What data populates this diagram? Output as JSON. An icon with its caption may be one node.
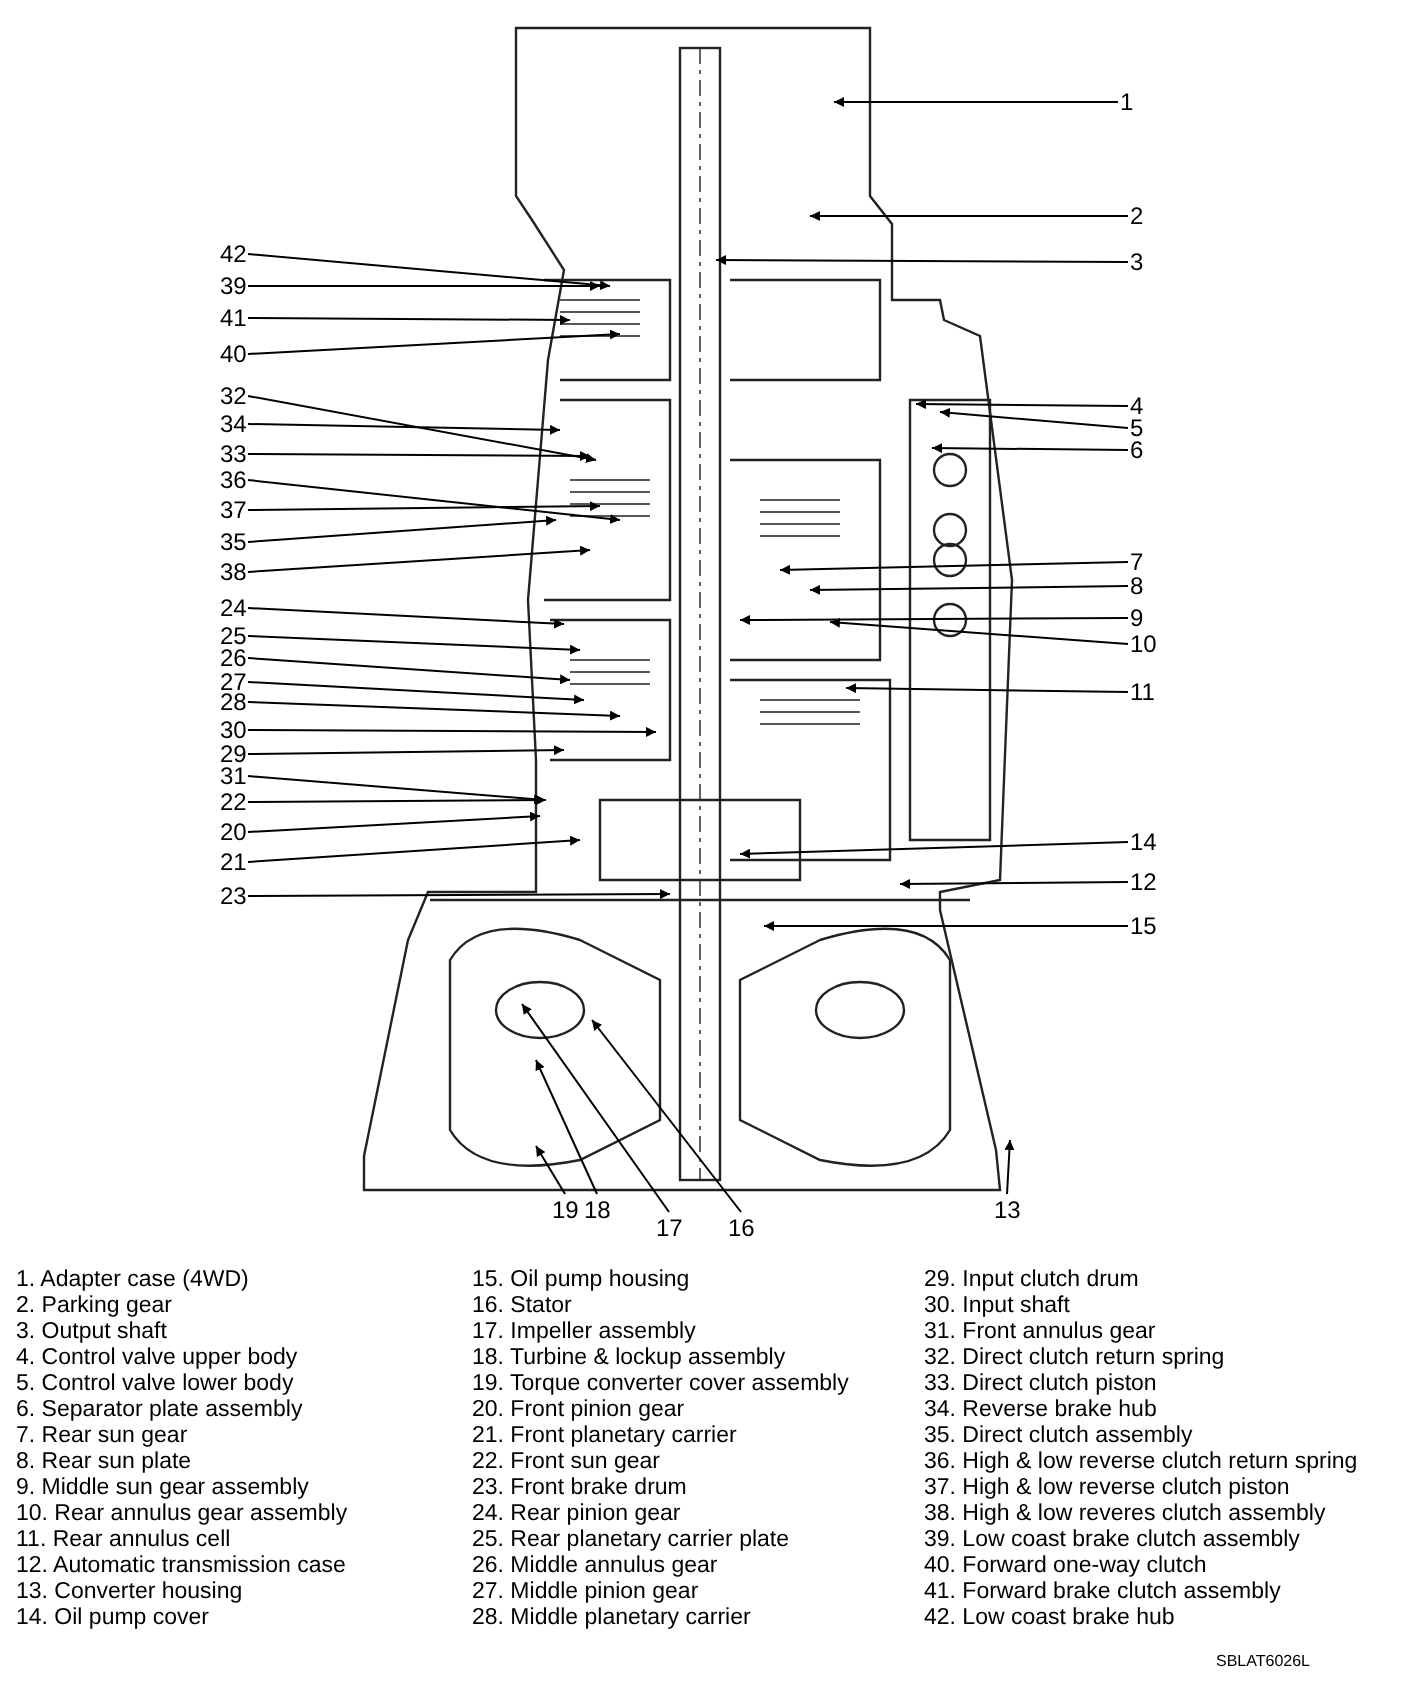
{
  "diagram": {
    "nodes": [
      {
        "text": [
          "1"
        ]
      },
      {
        "text": [
          "2"
        ]
      },
      {
        "text": [
          "3"
        ]
      },
      {
        "text": [
          "4"
        ]
      },
      {
        "text": [
          "5"
        ]
      },
      {
        "text": [
          "6"
        ]
      },
      {
        "text": [
          "7"
        ]
      },
      {
        "text": [
          "8"
        ]
      },
      {
        "text": [
          "9"
        ]
      },
      {
        "text": [
          "10"
        ]
      },
      {
        "text": [
          "11"
        ]
      },
      {
        "text": [
          "12"
        ]
      },
      {
        "text": [
          "13"
        ]
      },
      {
        "text": [
          "14"
        ]
      },
      {
        "text": [
          "15"
        ]
      },
      {
        "text": [
          "16"
        ]
      },
      {
        "text": [
          "17"
        ]
      },
      {
        "text": [
          "18"
        ]
      },
      {
        "text": [
          "19"
        ]
      },
      {
        "text": [
          "20"
        ]
      },
      {
        "text": [
          "21"
        ]
      },
      {
        "text": [
          "22"
        ]
      },
      {
        "text": [
          "23"
        ]
      },
      {
        "text": [
          "24"
        ]
      },
      {
        "text": [
          "25"
        ]
      },
      {
        "text": [
          "26"
        ]
      },
      {
        "text": [
          "27"
        ]
      },
      {
        "text": [
          "28"
        ]
      },
      {
        "text": [
          "29"
        ]
      },
      {
        "text": [
          "30"
        ]
      },
      {
        "text": [
          "31"
        ]
      },
      {
        "text": [
          "32"
        ]
      },
      {
        "text": [
          "33"
        ]
      },
      {
        "text": [
          "34"
        ]
      },
      {
        "text": [
          "35"
        ]
      },
      {
        "text": [
          "36"
        ]
      },
      {
        "text": [
          "37"
        ]
      },
      {
        "text": [
          "38"
        ]
      },
      {
        "text": [
          "39"
        ]
      },
      {
        "text": [
          "40"
        ]
      },
      {
        "text": [
          "41"
        ]
      },
      {
        "text": [
          "42"
        ]
      }
    ],
    "edges": [
      {
        "from": 0,
        "to": null,
        "arrow": "to"
      },
      {
        "from": 1,
        "to": null,
        "arrow": "to"
      },
      {
        "from": 2,
        "to": null,
        "arrow": "to"
      },
      {
        "from": 3,
        "to": null,
        "arrow": "to"
      },
      {
        "from": 4,
        "to": null,
        "arrow": "to"
      },
      {
        "from": 5,
        "to": null,
        "arrow": "to"
      },
      {
        "from": 6,
        "to": null,
        "arrow": "to"
      },
      {
        "from": 7,
        "to": null,
        "arrow": "to"
      },
      {
        "from": 8,
        "to": null,
        "arrow": "to"
      },
      {
        "from": 9,
        "to": null,
        "arrow": "to"
      },
      {
        "from": 10,
        "to": null,
        "arrow": "to"
      },
      {
        "from": 11,
        "to": null,
        "arrow": "to"
      },
      {
        "from": 12,
        "to": null,
        "arrow": "to"
      },
      {
        "from": 13,
        "to": null,
        "arrow": "to"
      },
      {
        "from": 14,
        "to": null,
        "arrow": "to"
      },
      {
        "from": 15,
        "to": null,
        "arrow": "to"
      },
      {
        "from": 16,
        "to": null,
        "arrow": "to"
      },
      {
        "from": 17,
        "to": null,
        "arrow": "to"
      },
      {
        "from": 18,
        "to": null,
        "arrow": "to"
      },
      {
        "from": 19,
        "to": null,
        "arrow": "to"
      },
      {
        "from": 20,
        "to": null,
        "arrow": "to"
      },
      {
        "from": 21,
        "to": null,
        "arrow": "to"
      },
      {
        "from": 22,
        "to": null,
        "arrow": "to"
      },
      {
        "from": 23,
        "to": null,
        "arrow": "to"
      },
      {
        "from": 24,
        "to": null,
        "arrow": "to"
      },
      {
        "from": 25,
        "to": null,
        "arrow": "to"
      },
      {
        "from": 26,
        "to": null,
        "arrow": "to"
      },
      {
        "from": 27,
        "to": null,
        "arrow": "to"
      },
      {
        "from": 28,
        "to": null,
        "arrow": "to"
      },
      {
        "from": 29,
        "to": null,
        "arrow": "to"
      },
      {
        "from": 30,
        "to": null,
        "arrow": "to"
      },
      {
        "from": 31,
        "to": null,
        "arrow": "to"
      },
      {
        "from": 32,
        "to": null,
        "arrow": "to"
      },
      {
        "from": 33,
        "to": null,
        "arrow": "to"
      },
      {
        "from": 34,
        "to": null,
        "arrow": "to"
      },
      {
        "from": 35,
        "to": null,
        "arrow": "to"
      },
      {
        "from": 36,
        "to": null,
        "arrow": "to"
      },
      {
        "from": 37,
        "to": null,
        "arrow": "to"
      },
      {
        "from": 38,
        "to": null,
        "arrow": "to"
      },
      {
        "from": 39,
        "to": null,
        "arrow": "to"
      },
      {
        "from": 40,
        "to": null,
        "arrow": "to"
      },
      {
        "from": 41,
        "to": null,
        "arrow": "to"
      }
    ],
    "labels": [
      "1. Adapter case (4WD)",
      "2. Parking gear",
      "3. Output shaft",
      "4. Control valve upper body",
      "5. Control valve lower body",
      "6. Separator plate assembly",
      "7. Rear sun gear",
      "8. Rear sun plate",
      "9. Middle sun gear assembly",
      "10. Rear annulus gear assembly",
      "11. Rear annulus cell",
      "12. Automatic transmission case",
      "13. Converter housing",
      "14. Oil pump cover",
      "15. Oil pump housing",
      "16. Stator",
      "17. Impeller assembly",
      "18. Turbine & lockup assembly",
      "19. Torque converter cover assembly",
      "20. Front pinion gear",
      "21. Front planetary carrier",
      "22. Front sun gear",
      "23. Front brake drum",
      "24. Rear pinion gear",
      "25. Rear planetary carrier plate",
      "26. Middle annulus gear",
      "27. Middle pinion gear",
      "28. Middle planetary carrier",
      "29. Input clutch drum",
      "30. Input shaft",
      "31. Front annulus gear",
      "32. Direct clutch return spring",
      "33. Direct clutch piston",
      "34. Reverse brake hub",
      "35. Direct clutch assembly",
      "36. High & low reverse clutch return spring",
      "37. High & low reverse clutch piston",
      "38. High & low reveres clutch assembly",
      "39. Low coast brake clutch assembly",
      "40. Forward one-way clutch",
      "41. Forward brake clutch assembly",
      "42. Low coast brake hub",
      "SBLAT6026L"
    ]
  }
}
